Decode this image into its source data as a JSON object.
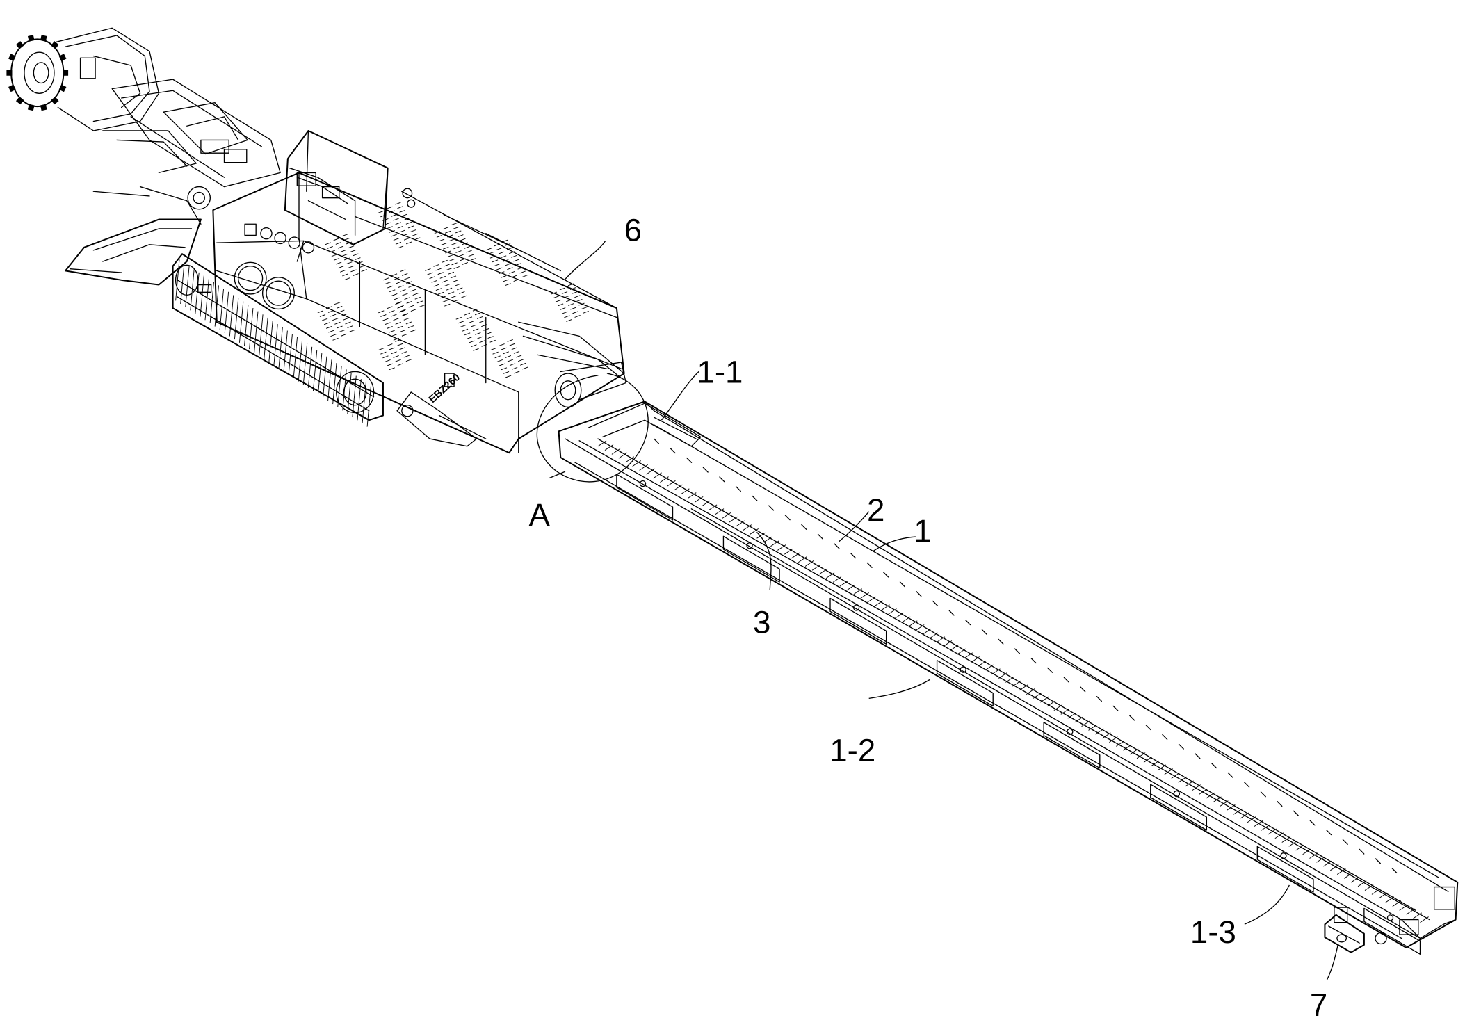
{
  "drawing": {
    "labels": {
      "l6": "6",
      "l1_1": "1-1",
      "lA": "A",
      "l2": "2",
      "l1": "1",
      "l3": "3",
      "l1_2": "1-2",
      "l1_3": "1-3",
      "l7": "7"
    },
    "machine_marking": "EBZ260"
  }
}
